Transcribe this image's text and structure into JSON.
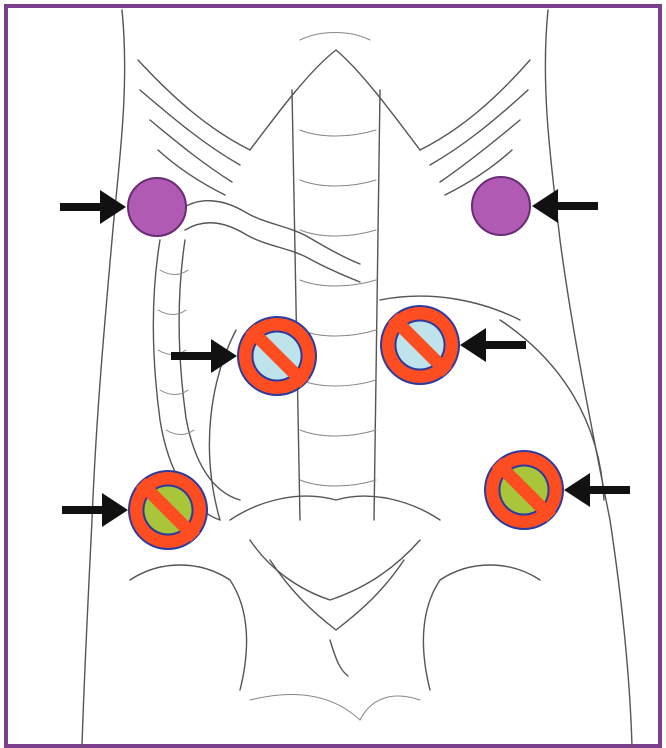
{
  "colors": {
    "frame": "#7b3f8e",
    "allowed_marker_fill": "#b05ab4",
    "allowed_marker_stroke": "#6a2c74",
    "prohibition_ring": "#ff4d22",
    "prohibition_bar": "#ff4d22",
    "prohibition_outline": "#2c3a9e",
    "upper_site_fill": "#bfe3ea",
    "lower_site_fill": "#a9c63a",
    "arrow": "#111111",
    "anatomy_line": "#555555"
  },
  "markers": [
    {
      "id": "right-upper-allowed",
      "kind": "allowed",
      "arrow_from": "left"
    },
    {
      "id": "left-upper-allowed",
      "kind": "allowed",
      "arrow_from": "right"
    },
    {
      "id": "right-mid-prohibited",
      "kind": "prohibited",
      "inner": "blue",
      "arrow_from": "left"
    },
    {
      "id": "left-mid-prohibited",
      "kind": "prohibited",
      "inner": "blue",
      "arrow_from": "right"
    },
    {
      "id": "right-lower-prohibited",
      "kind": "prohibited",
      "inner": "green",
      "arrow_from": "left"
    },
    {
      "id": "left-lower-prohibited",
      "kind": "prohibited",
      "inner": "green",
      "arrow_from": "right"
    }
  ],
  "icons": {
    "allowed": "circle-marker-icon",
    "prohibited": "prohibition-sign-icon",
    "arrow": "arrow-icon"
  }
}
